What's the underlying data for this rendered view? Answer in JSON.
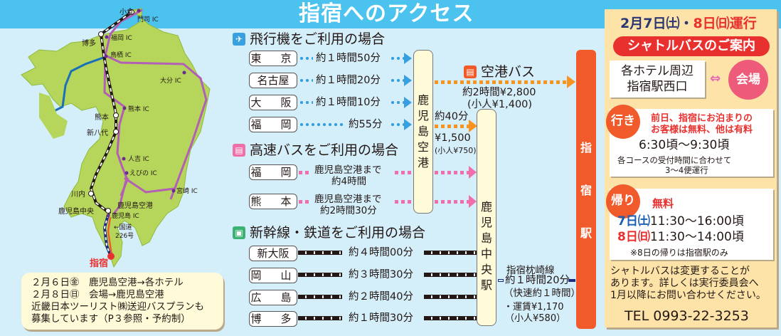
{
  "header": {
    "title": "指宿へのアクセス"
  },
  "map": {
    "stations": [
      "小倉",
      "博多",
      "熊本",
      "新八代",
      "川内",
      "鹿児島中央"
    ],
    "interchanges": [
      "門司 IC",
      "福岡 IC",
      "鳥栖 IC",
      "大分 IC",
      "熊本 IC",
      "人吉 IC",
      "えびの IC",
      "宮崎 IC",
      "鹿児島 IC"
    ],
    "airport": "鹿児島空港",
    "route_label_1": "←国道",
    "route_label_2": "226号",
    "destination": "指宿"
  },
  "note": {
    "lines": [
      "２月６日㊎　鹿児島空港→各ホテル",
      "２月８日㊐　会場→鹿児島空港",
      "近畿日本ツーリスト㈱送迎バスプランも",
      "募集しています（P３参照・予約制）"
    ]
  },
  "air": {
    "title": "飛行機をご利用の場合",
    "icon": "airplane-icon",
    "routes": [
      {
        "city": "東　京",
        "time": "約１時間50分"
      },
      {
        "city": "名古屋",
        "time": "約１時間20分"
      },
      {
        "city": "大　阪",
        "time": "約１時間10分"
      },
      {
        "city": "福　岡",
        "time": "約55分"
      }
    ]
  },
  "kagoshima_airport": {
    "label": [
      "鹿",
      "児",
      "島",
      "空",
      "港"
    ]
  },
  "airport_bus": {
    "label": "空港バス",
    "icon": "bus-icon",
    "time_fare": "約2時間¥2,800",
    "child_fare": "(小人¥1,400)"
  },
  "airport_to_central": {
    "time": "約40分",
    "fare": "¥1,500",
    "child_fare": "(小人¥750)"
  },
  "highway_bus": {
    "title": "高速バスをご利用の場合",
    "icon": "bus-icon",
    "routes": [
      {
        "city": "福　岡",
        "line1": "鹿児島空港まで",
        "line2": "約4時間"
      },
      {
        "city": "熊　本",
        "line1": "鹿児島空港まで",
        "line2": "約2時間30分"
      }
    ]
  },
  "kagoshima_central": {
    "label": [
      "鹿",
      "児",
      "島",
      "中",
      "央",
      "駅"
    ]
  },
  "rail": {
    "title": "新幹線・鉄道をご利用の場合",
    "icon": "train-icon",
    "routes": [
      {
        "city": "新大阪",
        "time": "約４時間00分"
      },
      {
        "city": "岡　山",
        "time": "約３時間30分"
      },
      {
        "city": "広　島",
        "time": "約２時間40分"
      },
      {
        "city": "博　多",
        "time": "約１時間30分"
      }
    ]
  },
  "ibusuki_line": {
    "name": "指宿枕崎線",
    "time": "約１時間20分",
    "rapid": "（快速約１時間）",
    "fare": "・運賃¥1,170",
    "child_fare": "（小人¥580）"
  },
  "ibusuki_station": {
    "label": [
      "指",
      "宿",
      "駅"
    ]
  },
  "shuttle": {
    "date_blue": "2月7日㈯・",
    "date_red": "8日㈰",
    "date_suffix": "運行",
    "banner": "シャトルバスのご案内",
    "from_1": "各ホテル周辺",
    "from_2": "指宿駅西口",
    "arrow": "⇔",
    "to": "会場",
    "outbound": {
      "badge": "行き",
      "note_1": "前日、指宿にお泊まりの",
      "note_2": "お客様は無料、他は有料",
      "time": "6:30頃～9:30頃",
      "sub_1": "各コースの受付時間に合わせて",
      "sub_2": "3～4便運行"
    },
    "return": {
      "badge": "帰り",
      "free": "無料",
      "day1": "7日㈯",
      "day1_time": "11:30～16:00頃",
      "day2": "8日㈰",
      "day2_time": "11:30～14:00頃",
      "footnote": "※8日の帰りは指宿駅のみ"
    },
    "notice": [
      "シャトルバスは変更することが",
      "あります。詳しくは実行委員会へ",
      "1月以降にお問い合わせください。"
    ],
    "tel": "TEL 0993-22-3253"
  },
  "colors": {
    "sky": "#4cc3ef",
    "background": "#d4eefa",
    "land": "#b5d65a",
    "expressway": "#b25fb5",
    "station_bar": "#f15a2b",
    "air_blue": "#39a0e0",
    "bus_orange": "#f7931e",
    "bus_pink": "#f06eaa",
    "rail_green": "#3bb173",
    "panel": "#fde3a7",
    "red": "#e8312f",
    "navy": "#2b3674"
  }
}
